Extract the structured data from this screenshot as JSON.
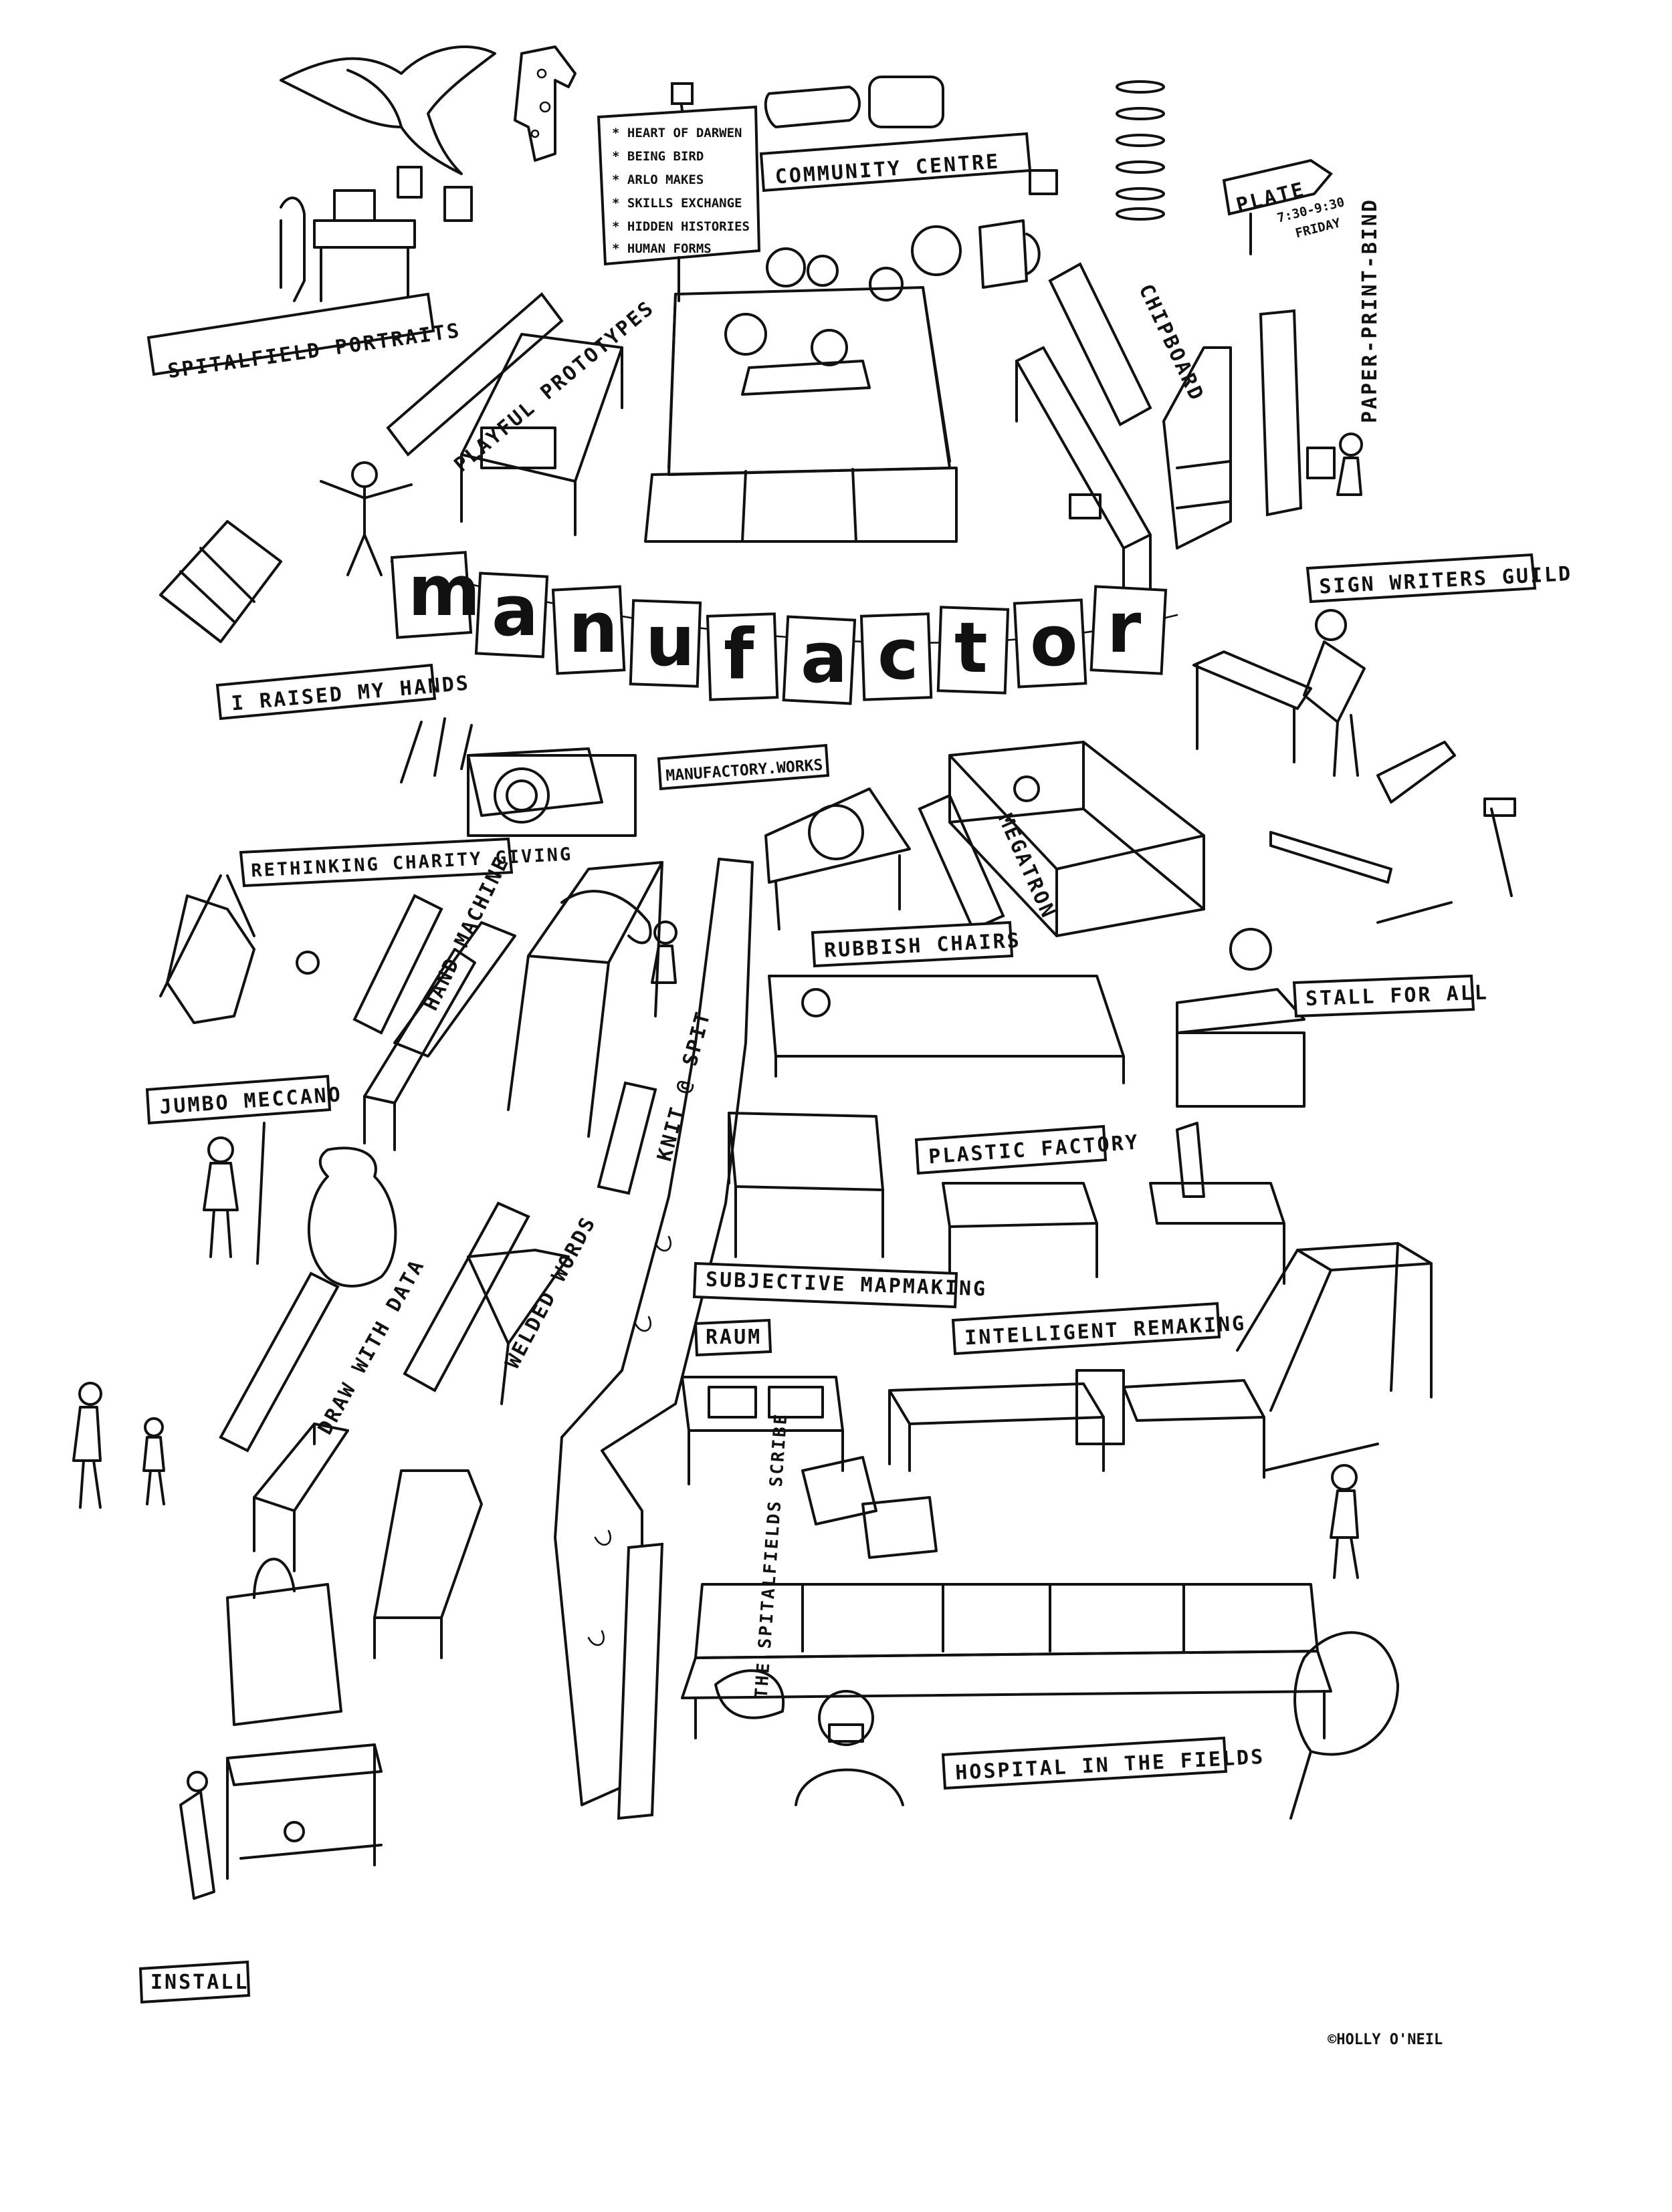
{
  "title_letters": [
    "m",
    "a",
    "n",
    "u",
    "f",
    "a",
    "c",
    "t",
    "o",
    "r"
  ],
  "signpost": {
    "items": [
      "* HEART OF DARWEN",
      "* BEING BIRD",
      "* ARLO MAKES",
      "* SKILLS EXCHANGE",
      "* HIDDEN HISTORIES",
      "* HUMAN FORMS"
    ]
  },
  "plate_sign": {
    "label": "PLATE",
    "time": "7:30-9:30",
    "day": "FRIDAY"
  },
  "labels": {
    "community_centre": "COMMUNITY CENTRE",
    "spitalfield_portraits": "SPITALFIELD PORTRAITS",
    "playful_prototypes": "PLAYFUL PROTOTYPES",
    "chipboard": "CHIPBOARD",
    "paper_print_bind": "PAPER-PRINT-BIND",
    "sign_writers_guild": "SIGN WRITERS GUILD",
    "i_raised_my_hands": "I RAISED MY HANDS",
    "manufactory_works": "MANUFACTORY.WORKS",
    "rethinking_charity": "RETHINKING CHARITY GIVING",
    "megatron": "MEGATRON",
    "rubbish_chairs": "RUBBISH CHAIRS",
    "stall_for_all": "STALL FOR ALL",
    "hand_machine": "HAND MACHINE",
    "knit_spit": "KNIT @ SPIT",
    "jumbo_meccano": "JUMBO MECCANO",
    "plastic_factory": "PLASTIC FACTORY",
    "subjective_mapmaking": "SUBJECTIVE MAPMAKING",
    "welded_words": "WELDED WORDS",
    "draw_with_data": "DRAW WITH DATA",
    "raum": "RAUM",
    "intelligent_remaking": "INTELLIGENT REMAKING",
    "spitalfields_scribe": "THE SPITALFIELDS SCRIBE",
    "hospital_in_the_fields": "HOSPITAL IN THE FIELDS",
    "install": "INSTALL"
  },
  "credit": "©HOLLY O'NEIL"
}
